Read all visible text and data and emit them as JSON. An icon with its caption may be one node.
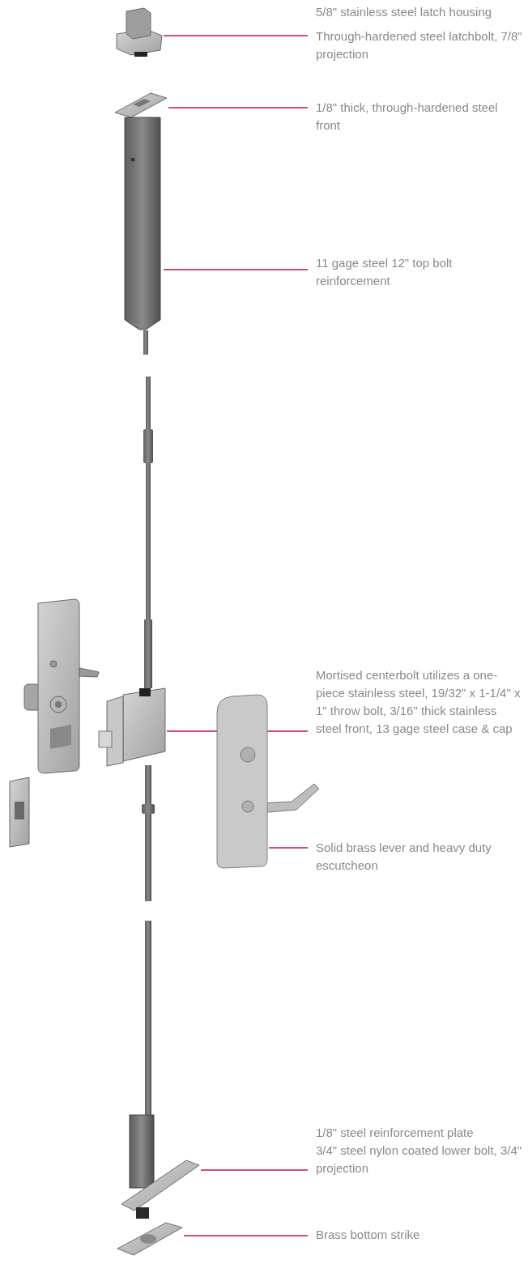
{
  "diagram": {
    "nodes": [
      {
        "text": [
          "5/8\" stainless steel latch housing",
          "Through-hardened steel latchbolt, 7/8\" projection"
        ]
      },
      {
        "text": [],
        "shape": "picture"
      },
      {
        "text": [
          "1/8\" thick, through-hardened steel front"
        ]
      },
      {
        "text": [],
        "shape": "picture"
      },
      {
        "text": [
          "11 gage steel 12\" top bolt reinforcement"
        ]
      },
      {
        "text": [],
        "shape": "picture"
      },
      {
        "text": [
          "Mortised centerbolt utilizes a one-piece stainless steel, 19/32\" x 1-1/4\" x 1\" throw bolt, 3/16\" thick stainless steel front, 13 gage steel case & cap"
        ]
      },
      {
        "text": [],
        "shape": "picture"
      },
      {
        "text": [
          "Solid brass lever and heavy duty escutcheon"
        ]
      },
      {
        "text": [],
        "shape": "picture"
      },
      {
        "text": [
          "1/8\" steel reinforcement plate",
          "3/4\" steel nylon coated lower bolt, 3/4\" projection"
        ]
      },
      {
        "text": [],
        "shape": "picture"
      },
      {
        "text": [
          "Brass bottom strike"
        ]
      },
      {
        "text": [],
        "shape": "picture"
      }
    ],
    "edges": [
      {
        "from": 0,
        "to": 1,
        "arrow": "none"
      },
      {
        "from": 2,
        "to": 3,
        "arrow": "none"
      },
      {
        "from": 4,
        "to": 5,
        "arrow": "none"
      },
      {
        "from": 6,
        "to": 7,
        "arrow": "none"
      },
      {
        "from": 8,
        "to": 9,
        "arrow": "none"
      },
      {
        "from": 10,
        "to": 11,
        "arrow": "none"
      },
      {
        "from": 12,
        "to": 13,
        "arrow": "none"
      }
    ]
  }
}
